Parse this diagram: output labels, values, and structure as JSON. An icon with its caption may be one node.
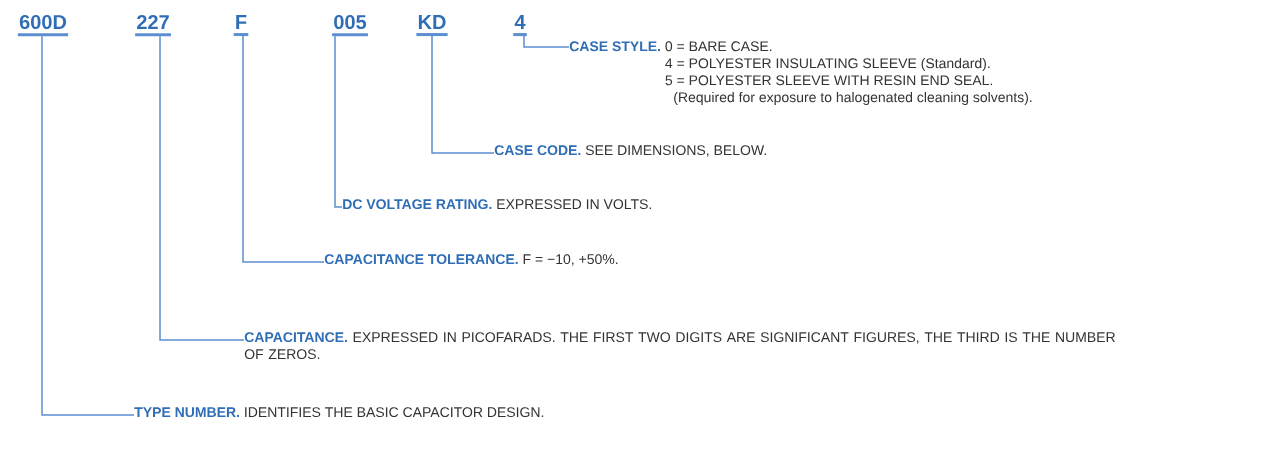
{
  "diagram": {
    "nodes": [
      {
        "text": [
          "600D"
        ]
      },
      {
        "text": [
          "227"
        ]
      },
      {
        "text": [
          "F"
        ]
      },
      {
        "text": [
          "005"
        ]
      },
      {
        "text": [
          "KD"
        ]
      },
      {
        "text": [
          "4"
        ]
      },
      {
        "text": [
          "CASE STYLE.",
          "0 = BARE CASE.",
          "4 = POLYESTER INSULATING SLEEVE (Standard).",
          "5 = POLYESTER SLEEVE WITH RESIN END SEAL.",
          "(Required for exposure to halogenated cleaning solvents)."
        ]
      },
      {
        "text": [
          "CASE CODE.",
          "SEE DIMENSIONS, BELOW."
        ]
      },
      {
        "text": [
          "DC VOLTAGE RATING.",
          "EXPRESSED IN VOLTS."
        ]
      },
      {
        "text": [
          "CAPACITANCE TOLERANCE.",
          "F = −10, +50%."
        ]
      },
      {
        "text": [
          "CAPACITANCE.",
          "EXPRESSED IN PICOFARADS. THE FIRST TWO DIGITS ARE SIGNIFICANT FIGURES, THE THIRD IS THE NUMBER OF ZEROS."
        ]
      },
      {
        "text": [
          "TYPE NUMBER.",
          "IDENTIFIES THE BASIC CAPACITOR DESIGN."
        ]
      }
    ],
    "edges": [
      {
        "from": 5,
        "to": 6,
        "arrow": "none"
      },
      {
        "from": 4,
        "to": 7,
        "arrow": "none"
      },
      {
        "from": 3,
        "to": 8,
        "arrow": "none"
      },
      {
        "from": 2,
        "to": 9,
        "arrow": "none"
      },
      {
        "from": 1,
        "to": 10,
        "arrow": "none"
      },
      {
        "from": 0,
        "to": 11,
        "arrow": "none"
      }
    ]
  }
}
